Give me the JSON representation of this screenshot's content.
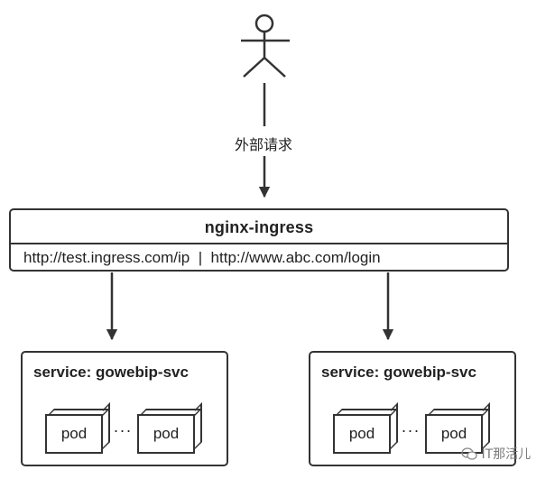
{
  "user_icon": "stick-figure-user-icon",
  "request_label": "外部请求",
  "ingress": {
    "title": "nginx-ingress",
    "routes": "http://test.ingress.com/ip  |  http://www.abc.com/login"
  },
  "services": [
    {
      "title": "service: gowebip-svc",
      "pods": [
        "pod",
        "pod"
      ],
      "ellipsis": "···"
    },
    {
      "title": "service: gowebip-svc",
      "pods": [
        "pod",
        "pod"
      ],
      "ellipsis": "···"
    }
  ],
  "watermark": {
    "icon": "wechat-icon",
    "text": "IT那活儿"
  },
  "colors": {
    "stroke": "#333333",
    "text": "#222222",
    "background": "#ffffff",
    "watermark": "#7a7a7a"
  }
}
